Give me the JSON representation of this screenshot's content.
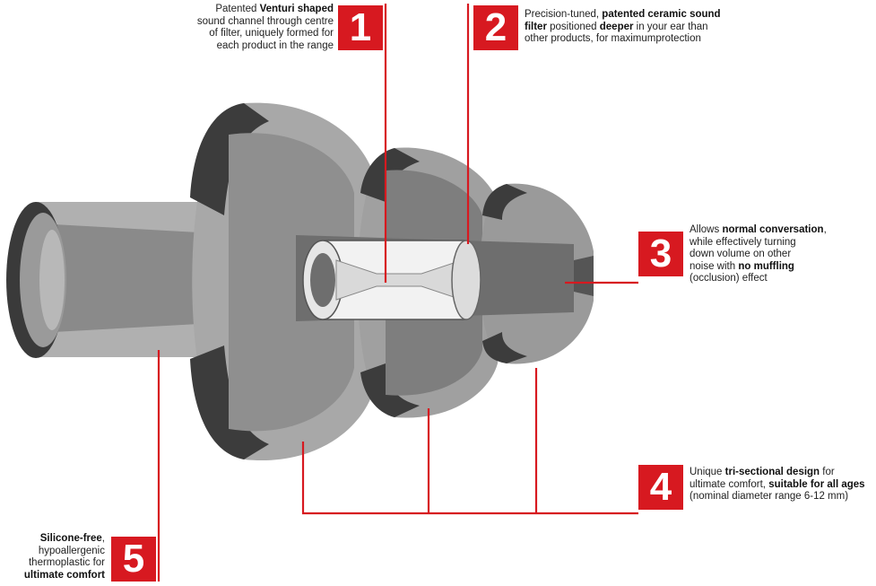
{
  "colors": {
    "accent": "#d71920",
    "body_light": "#b3b3b3",
    "body_mid": "#8a8a8a",
    "body_dark": "#5a5a5a",
    "rim": "#333333",
    "filter": "#f2f2f2"
  },
  "callouts": [
    {
      "number": "1",
      "lines": [
        [
          {
            "t": "Patented ",
            "b": false
          },
          {
            "t": "Venturi shaped",
            "b": true
          }
        ],
        [
          {
            "t": "sound channel through centre",
            "b": false
          }
        ],
        [
          {
            "t": "of filter, uniquely formed for",
            "b": false
          }
        ],
        [
          {
            "t": "each product in the range",
            "b": false
          }
        ]
      ]
    },
    {
      "number": "2",
      "lines": [
        [
          {
            "t": "Precision-tuned, ",
            "b": false
          },
          {
            "t": "patented ceramic sound",
            "b": true
          }
        ],
        [
          {
            "t": "filter",
            "b": true
          },
          {
            "t": " positioned ",
            "b": false
          },
          {
            "t": "deeper",
            "b": true
          },
          {
            "t": " in your ear than",
            "b": false
          }
        ],
        [
          {
            "t": "other products, for maximumprotection",
            "b": false
          }
        ]
      ]
    },
    {
      "number": "3",
      "lines": [
        [
          {
            "t": "Allows ",
            "b": false
          },
          {
            "t": "normal conversation",
            "b": true
          },
          {
            "t": ",",
            "b": false
          }
        ],
        [
          {
            "t": "while effectively turning",
            "b": false
          }
        ],
        [
          {
            "t": "down volume on other",
            "b": false
          }
        ],
        [
          {
            "t": "noise with ",
            "b": false
          },
          {
            "t": "no muffling",
            "b": true
          }
        ],
        [
          {
            "t": "(occlusion) effect",
            "b": false
          }
        ]
      ]
    },
    {
      "number": "4",
      "lines": [
        [
          {
            "t": "Unique ",
            "b": false
          },
          {
            "t": "tri-sectional design",
            "b": true
          },
          {
            "t": " for",
            "b": false
          }
        ],
        [
          {
            "t": "ultimate comfort, ",
            "b": false
          },
          {
            "t": "suitable for all ages",
            "b": true
          }
        ],
        [
          {
            "t": "(nominal diameter range 6-12 mm)",
            "b": false
          }
        ]
      ]
    },
    {
      "number": "5",
      "lines": [
        [
          {
            "t": "Silicone-free",
            "b": true
          },
          {
            "t": ",",
            "b": false
          }
        ],
        [
          {
            "t": "hypoallergenic",
            "b": false
          }
        ],
        [
          {
            "t": "thermoplastic for",
            "b": false
          }
        ],
        [
          {
            "t": "ultimate comfort",
            "b": true
          }
        ]
      ]
    }
  ]
}
